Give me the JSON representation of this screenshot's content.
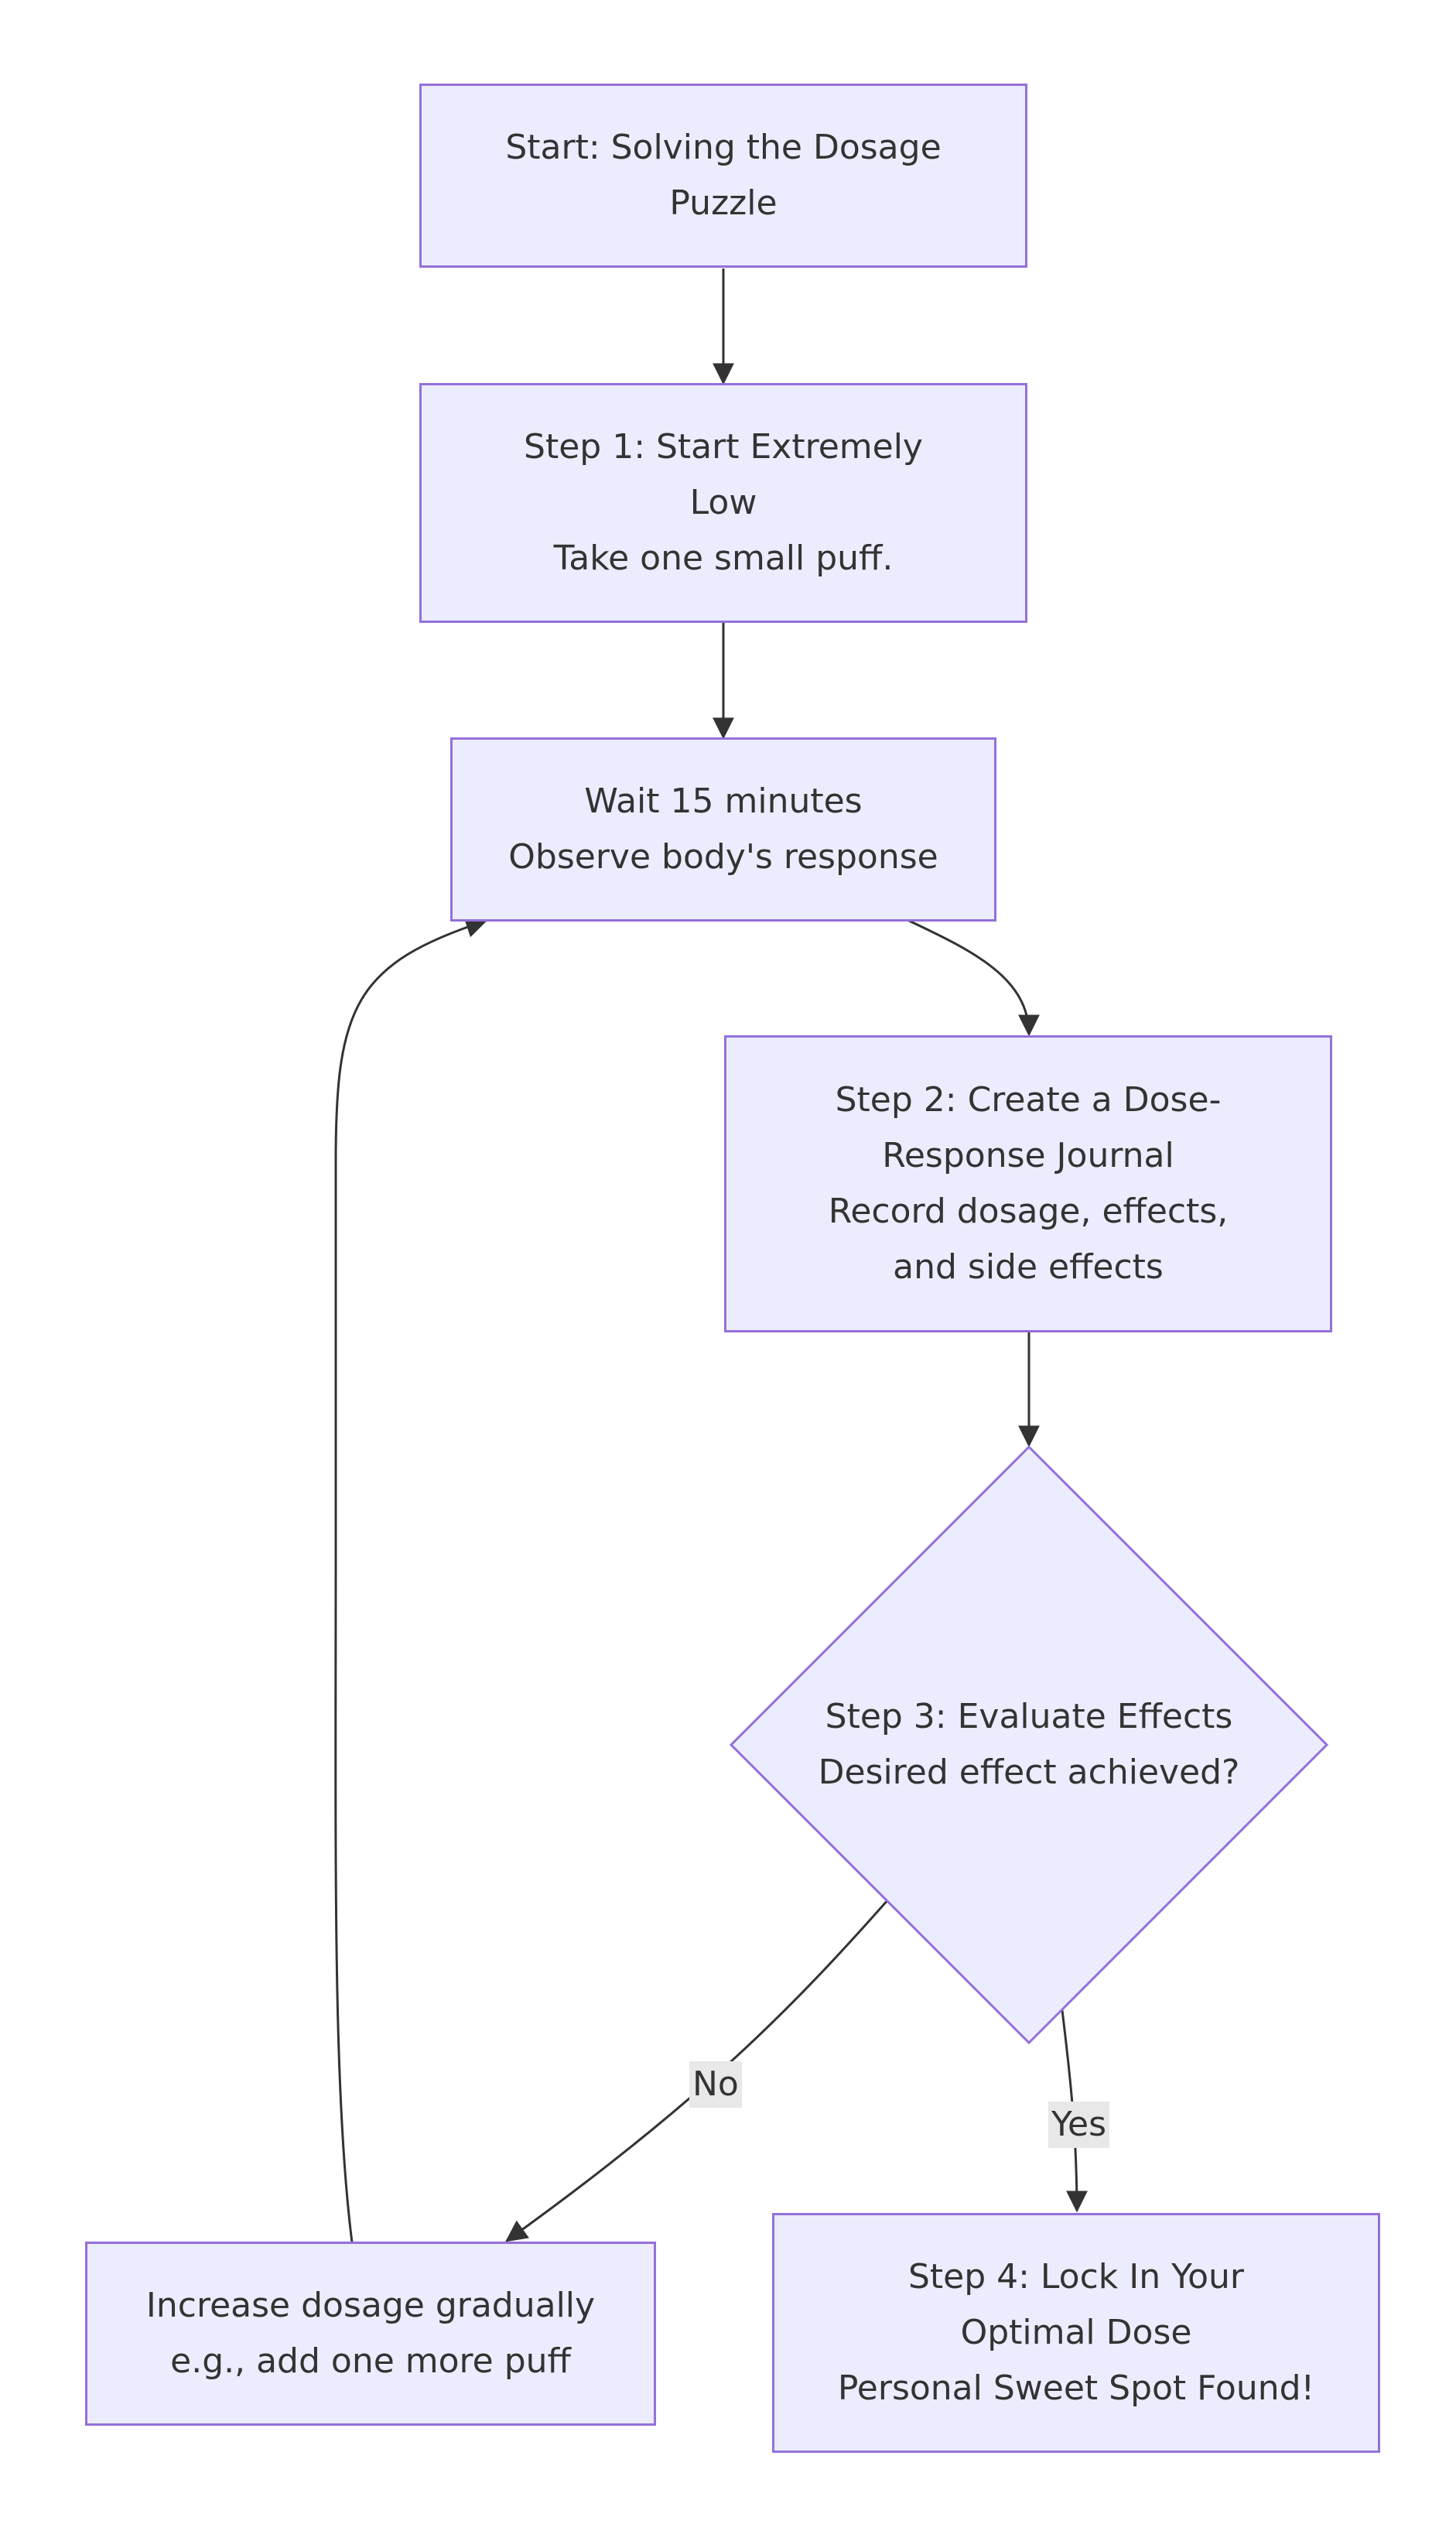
{
  "diagram": {
    "start": {
      "lines": [
        "Start: Solving the Dosage",
        "Puzzle"
      ]
    },
    "step1": {
      "lines": [
        "Step 1: Start Extremely",
        "Low",
        "Take one small puff."
      ]
    },
    "wait": {
      "lines": [
        "Wait 15 minutes",
        "Observe body's response"
      ]
    },
    "step2": {
      "lines": [
        "Step 2: Create a Dose-",
        "Response Journal",
        "Record dosage, effects,",
        "and side effects"
      ]
    },
    "step3": {
      "lines": [
        "Step 3: Evaluate Effects",
        "Desired effect achieved?"
      ]
    },
    "increase": {
      "lines": [
        "Increase dosage gradually",
        "e.g., add one more puff"
      ]
    },
    "step4": {
      "lines": [
        "Step 4: Lock In Your",
        "Optimal Dose",
        "Personal Sweet Spot Found!"
      ]
    },
    "edges": {
      "no_label": "No",
      "yes_label": "Yes"
    }
  },
  "colors": {
    "node_fill": "#ececff",
    "node_border": "#9370db",
    "edge": "#333333",
    "text": "#333333",
    "edge_label_bg": "#e8e8e8"
  }
}
